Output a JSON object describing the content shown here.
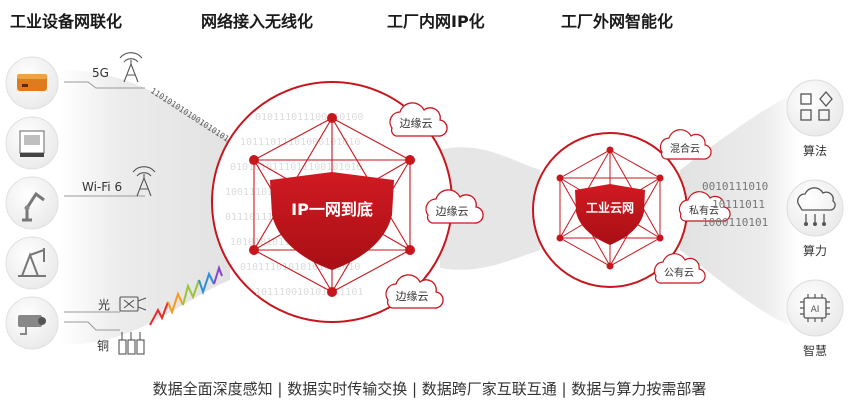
{
  "headers": [
    "工业设备网联化",
    "网络接入无线化",
    "工厂内网IP化",
    "工厂外网智能化"
  ],
  "links": {
    "g5": "5G",
    "wifi": "Wi-Fi 6",
    "light": "光",
    "copper": "铜"
  },
  "binary_stream": "11010101010010101010",
  "left_core": {
    "title": "IP一网到底",
    "clouds": [
      "边缘云",
      "边缘云",
      "边缘云"
    ]
  },
  "right_core": {
    "title": "工业云网",
    "clouds": [
      "混合云",
      "私有云",
      "公有云"
    ]
  },
  "right_binary": [
    "0010111010",
    "10111011",
    "1000110101"
  ],
  "side_items": [
    "算法",
    "算力",
    "智慧"
  ],
  "footer": "数据全面深度感知  |  数据实时传输交换  |  数据跨厂家互联互通  |  数据与算力按需部署",
  "colors": {
    "accent": "#c8161d",
    "shadow": "#e6e6e6"
  }
}
